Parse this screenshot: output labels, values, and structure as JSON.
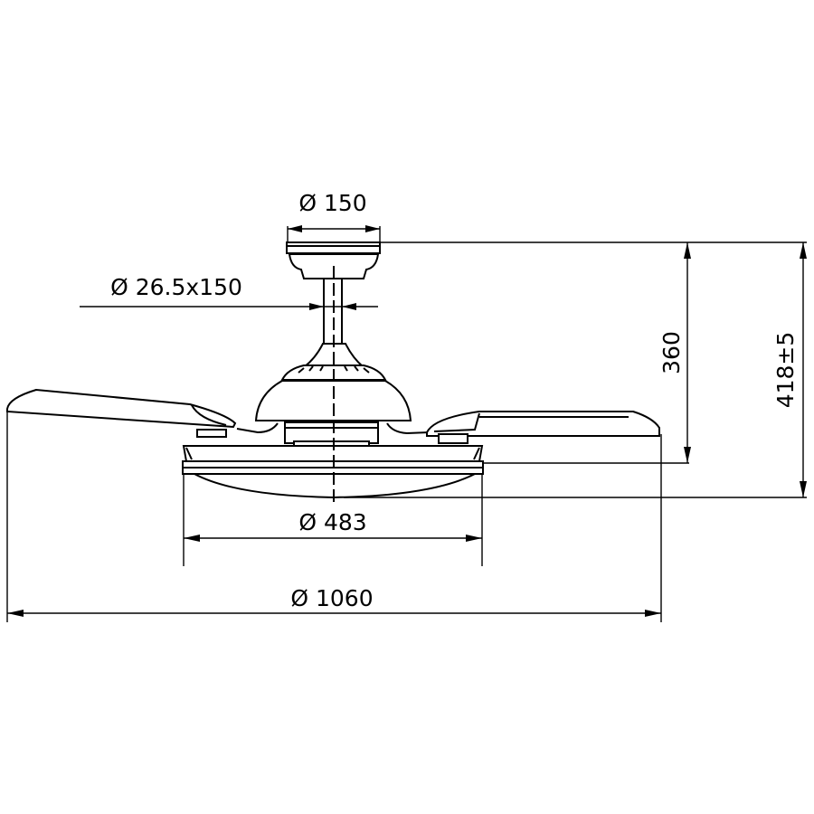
{
  "dimensions": {
    "canopy_diameter": "Ø 150",
    "downrod": "Ø 26.5x150",
    "light_diameter": "Ø 483",
    "blade_span": "Ø 1060",
    "height_to_body": "360",
    "overall_height": "418±5"
  }
}
